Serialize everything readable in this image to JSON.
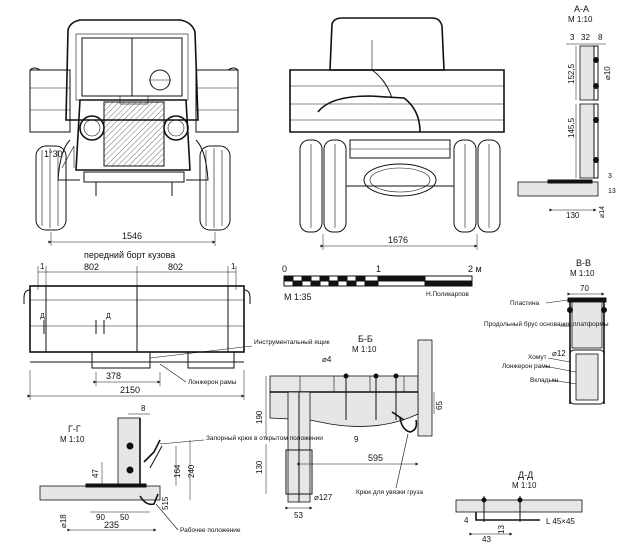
{
  "front_view": {
    "width_dim": "1546",
    "angle": "1°30'"
  },
  "rear_view": {
    "width_dim": "1676"
  },
  "section_aa": {
    "title": "А-А",
    "scale": "М 1:10",
    "dims": [
      "3",
      "32",
      "8",
      "152,5",
      "⌀10",
      "145,5",
      "3",
      "13",
      "130",
      "⌀14"
    ]
  },
  "side_panel": {
    "title": "передний борт кузова",
    "dim_left": "1",
    "dim_mid1": "802",
    "dim_mid2": "802",
    "dim_right": "1",
    "mark_d1": "Д",
    "mark_d2": "Д",
    "dim_378": "378",
    "dim_total": "2150",
    "label_box": "Инструментальный ящик",
    "label_frame": "Лонжерон рамы"
  },
  "scale_bar": {
    "ticks": [
      "0",
      "1",
      "2 м"
    ],
    "scale": "М 1:35",
    "author": "Н.Поликарпов"
  },
  "section_vv": {
    "title": "В-В",
    "scale": "М 1:10",
    "dim_top": "70",
    "dim_bolt": "⌀12",
    "label_plate": "Пластина",
    "label_beam": "Продольный брус основания платформы",
    "label_clamp": "Хомут",
    "label_frame": "Лонжерон рамы",
    "label_shim": "Вкладыш"
  },
  "section_bb": {
    "title": "Б-Б",
    "scale": "М 1:10",
    "dims": [
      "⌀4",
      "65",
      "190",
      "9",
      "130",
      "595",
      "⌀127",
      "53"
    ],
    "label_hook": "Крюк для увязки груза"
  },
  "section_gg": {
    "title": "Г-Г",
    "scale": "М 1:10",
    "dims": [
      "8",
      "47",
      "164",
      "240",
      "515",
      "⌀18",
      "90",
      "50",
      "235"
    ],
    "label_open": "Запорный крюк в открытом положении",
    "label_work": "Рабочее положение"
  },
  "section_dd": {
    "title": "Д-Д",
    "scale": "М 1:10",
    "dims": [
      "4",
      "43",
      "13"
    ],
    "label_angle": "L 45×45"
  }
}
